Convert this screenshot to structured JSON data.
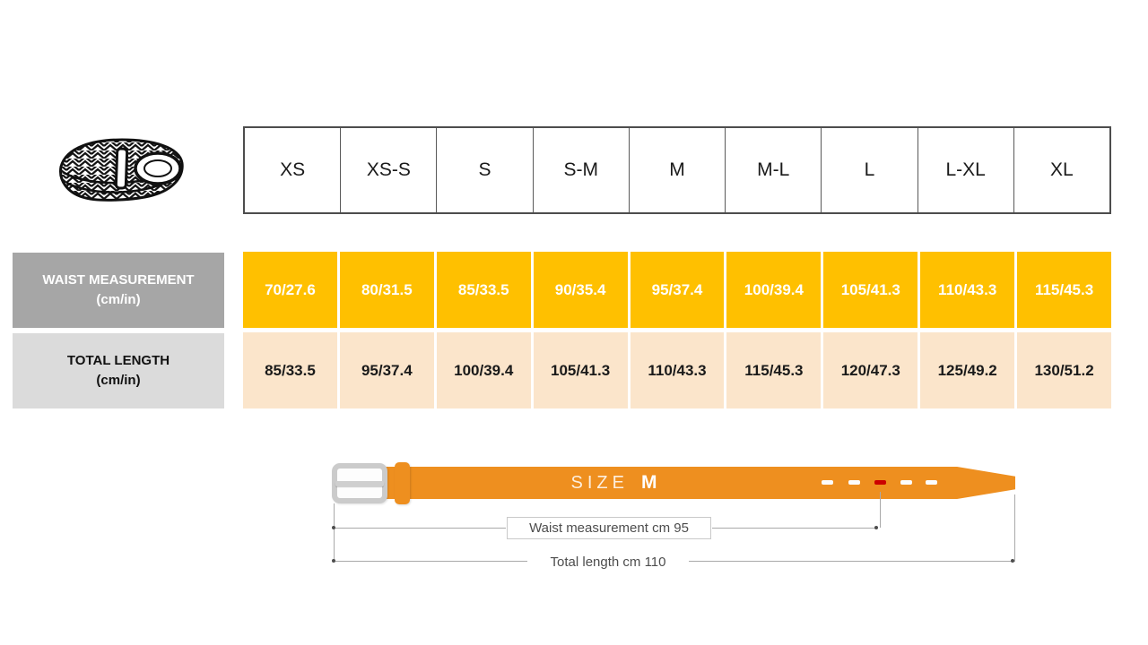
{
  "table": {
    "sizes": [
      "XS",
      "XS-S",
      "S",
      "S-M",
      "M",
      "M-L",
      "L",
      "L-XL",
      "XL"
    ],
    "waist_row": {
      "label_line1": "WAIST MEASUREMENT",
      "label_line2": "(cm/in)",
      "values": [
        "70/27.6",
        "80/31.5",
        "85/33.5",
        "90/35.4",
        "95/37.4",
        "100/39.4",
        "105/41.3",
        "110/43.3",
        "115/45.3"
      ]
    },
    "length_row": {
      "label_line1": "TOTAL LENGTH",
      "label_line2": "(cm/in)",
      "values": [
        "85/33.5",
        "95/37.4",
        "100/39.4",
        "105/41.3",
        "110/43.3",
        "115/45.3",
        "120/47.3",
        "125/49.2",
        "130/51.2"
      ]
    }
  },
  "diagram": {
    "size_label": "SIZE",
    "size_value": "M",
    "waist_annotation": "Waist measurement cm 95",
    "length_annotation": "Total length cm 110"
  },
  "icons": {
    "belt_icon": "braided-belt-illustration"
  },
  "colors": {
    "waist_cell": "#FFC000",
    "length_cell": "#FBE5CB",
    "waist_label_bg": "#A6A6A6",
    "length_label_bg": "#DBDBDB",
    "belt_strap": "#EE8F1F",
    "marked_hole": "#CC0000"
  }
}
